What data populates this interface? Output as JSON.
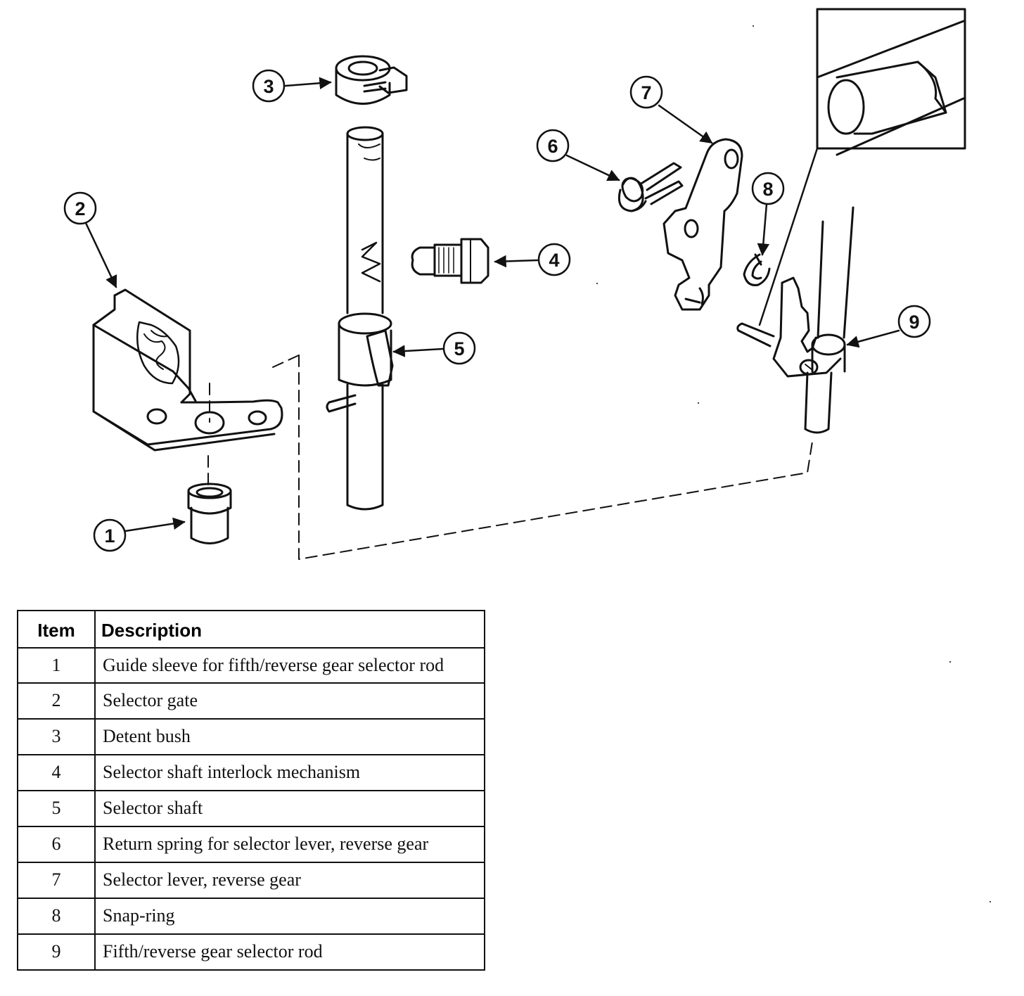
{
  "callouts": [
    "1",
    "2",
    "3",
    "4",
    "5",
    "6",
    "7",
    "8",
    "9"
  ],
  "legend": {
    "headers": {
      "item": "Item",
      "description": "Description"
    },
    "rows": [
      {
        "item": "1",
        "description": "Guide sleeve for fifth/reverse gear selector rod"
      },
      {
        "item": "2",
        "description": "Selector gate"
      },
      {
        "item": "3",
        "description": "Detent bush"
      },
      {
        "item": "4",
        "description": "Selector shaft interlock mechanism"
      },
      {
        "item": "5",
        "description": "Selector shaft"
      },
      {
        "item": "6",
        "description": "Return spring for selector lever, reverse gear"
      },
      {
        "item": "7",
        "description": "Selector lever, reverse gear"
      },
      {
        "item": "8",
        "description": "Snap-ring"
      },
      {
        "item": "9",
        "description": "Fifth/reverse gear selector rod"
      }
    ]
  },
  "colors": {
    "line": "#111111",
    "background": "#ffffff"
  }
}
